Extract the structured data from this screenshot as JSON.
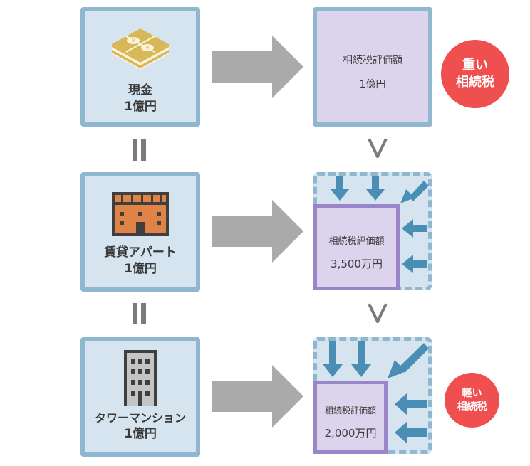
{
  "rows": [
    {
      "asset_name": "現金",
      "asset_value": "1億円",
      "asset_icon": "money-stack-icon",
      "valuation_label": "相続税評価額",
      "valuation_value": "1億円"
    },
    {
      "asset_name": "賃貸アパート",
      "asset_value": "1億円",
      "asset_icon": "apartment-building-icon",
      "valuation_label": "相続税評価額",
      "valuation_value": "3,500万円"
    },
    {
      "asset_name": "タワーマンション",
      "asset_value": "1億円",
      "asset_icon": "tower-condo-icon",
      "valuation_label": "相続税評価額",
      "valuation_value": "2,000万円"
    }
  ],
  "comparisons": {
    "asset_relation": "=",
    "valuation_relation": ">"
  },
  "badges": {
    "heavy": {
      "line1": "重い",
      "line2": "相続税"
    },
    "light": {
      "line1": "軽い",
      "line2": "相続税"
    }
  },
  "colors": {
    "asset_fill": "#d5e4ee",
    "asset_border": "#8fb7cf",
    "valuation_fill": "#dcd3ec",
    "valuation_border": "#9b85c9",
    "shrink_arrow": "#4a8db5",
    "flow_arrow": "#aaaaaa",
    "badge": "#f04f4f"
  }
}
